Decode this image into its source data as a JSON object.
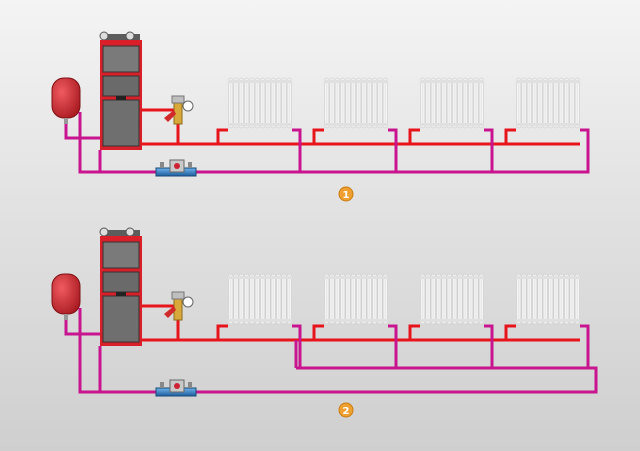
{
  "colors": {
    "supply_pipe": "#e8141b",
    "return_pipe": "#c8158f",
    "boiler_body": "#d9202a",
    "boiler_panel": "#6f6f6f",
    "expansion_tank": "#c8252c",
    "radiator": "#f2f2f2",
    "pump": "#2f7fc4",
    "badge": "#f0a030",
    "valve": "#d8a93a"
  },
  "schemes": [
    {
      "label": "1",
      "layout": "dead-end",
      "radiator_count": 4,
      "components": [
        "boiler-icon",
        "expansion-tank-icon",
        "safety-group-icon",
        "circulation-pump-icon",
        "radiator-icon"
      ]
    },
    {
      "label": "2",
      "layout": "reverse-return",
      "radiator_count": 4,
      "components": [
        "boiler-icon",
        "expansion-tank-icon",
        "safety-group-icon",
        "circulation-pump-icon",
        "radiator-icon"
      ]
    }
  ]
}
